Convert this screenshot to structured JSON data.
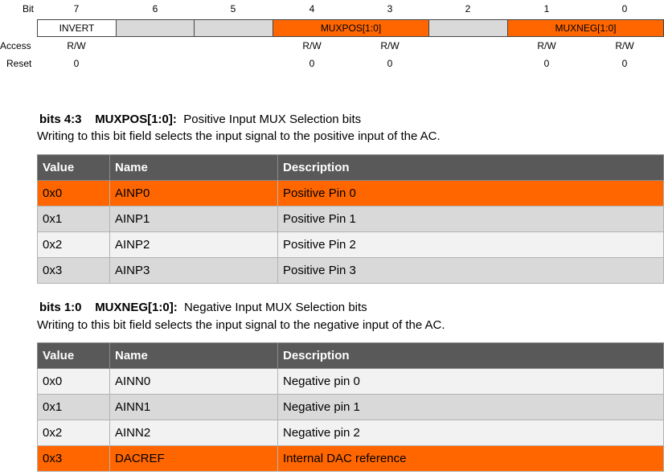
{
  "register": {
    "bit_label": "Bit",
    "access_label": "Access",
    "reset_label": "Reset",
    "bits": [
      "7",
      "6",
      "5",
      "4",
      "3",
      "2",
      "1",
      "0"
    ],
    "fields": {
      "invert": "INVERT",
      "muxpos": "MUXPOS[1:0]",
      "muxneg": "MUXNEG[1:0]"
    },
    "access": {
      "b7": "R/W",
      "b4": "R/W",
      "b3": "R/W",
      "b1": "R/W",
      "b0": "R/W"
    },
    "reset": {
      "b7": "0",
      "b4": "0",
      "b3": "0",
      "b1": "0",
      "b0": "0"
    },
    "highlight_color": "#ff6600"
  },
  "muxpos": {
    "bits": "bits 4:3",
    "name": "MUXPOS[1:0]:",
    "title": "Positive Input MUX Selection bits",
    "description": "Writing to this bit field selects the input signal to the positive input of the AC.",
    "headers": [
      "Value",
      "Name",
      "Description"
    ],
    "rows": [
      {
        "value": "0x0",
        "name": "AINP0",
        "desc": "Positive Pin 0"
      },
      {
        "value": "0x1",
        "name": "AINP1",
        "desc": "Positive Pin 1"
      },
      {
        "value": "0x2",
        "name": "AINP2",
        "desc": "Positive Pin 2"
      },
      {
        "value": "0x3",
        "name": "AINP3",
        "desc": "Positive Pin 3"
      }
    ]
  },
  "muxneg": {
    "bits": "bits 1:0",
    "name": "MUXNEG[1:0]:",
    "title": "Negative Input MUX Selection bits",
    "description": "Writing to this bit field selects the input signal to the negative input of the AC.",
    "headers": [
      "Value",
      "Name",
      "Description"
    ],
    "rows": [
      {
        "value": "0x0",
        "name": "AINN0",
        "desc": "Negative pin 0"
      },
      {
        "value": "0x1",
        "name": "AINN1",
        "desc": "Negative pin 1"
      },
      {
        "value": "0x2",
        "name": "AINN2",
        "desc": "Negative pin 2"
      },
      {
        "value": "0x3",
        "name": "DACREF",
        "desc": "Internal DAC reference"
      }
    ]
  }
}
